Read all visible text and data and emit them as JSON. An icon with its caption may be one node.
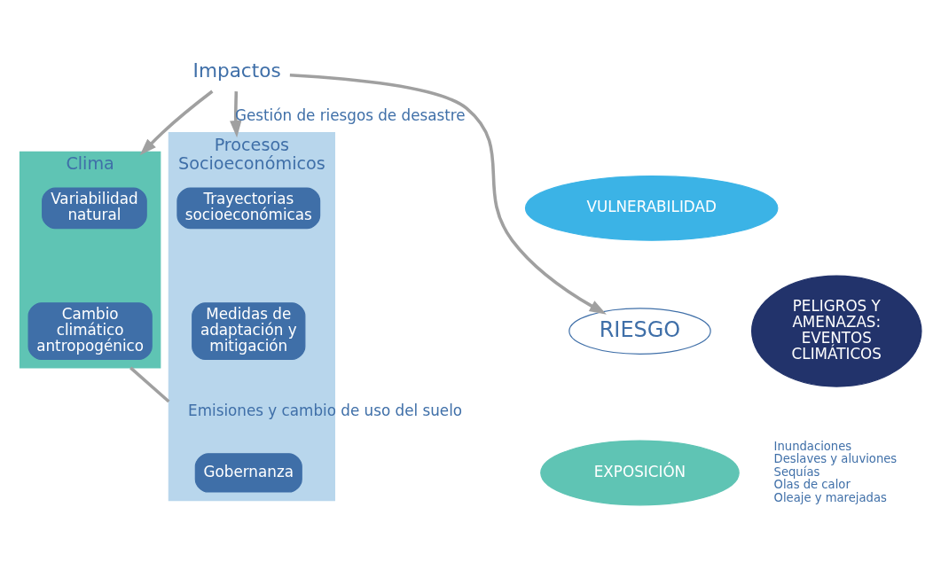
{
  "diagram": {
    "nodes": [
      {
        "text": [
          "Clima"
        ]
      },
      {
        "text": [
          "Variabilidad natural"
        ],
        "in": 0
      },
      {
        "text": [
          "Cambio climático antropogénico"
        ],
        "in": 0
      },
      {
        "text": [
          "Procesos Socioeconómicos"
        ]
      },
      {
        "text": [
          "Trayectorias socioeconómicas"
        ],
        "in": 3
      },
      {
        "text": [
          "Medidas de adaptación y mitigación"
        ],
        "in": 3
      },
      {
        "text": [
          "Gobernanza"
        ],
        "in": 3
      },
      {
        "text": [
          "PELIGROS Y AMENAZAS: EVENTOS CLIMÁTICOS"
        ],
        "beside": [
          "Inundaciones",
          "Deslaves y aluviones",
          "Sequías",
          "Olas de calor",
          "Oleaje y marejadas"
        ]
      },
      {
        "text": [
          "VULNERABILIDAD"
        ]
      },
      {
        "text": [
          "RIESGO"
        ]
      },
      {
        "text": [
          "EXPOSICIÓN"
        ]
      },
      {
        "text": [
          "Impactos"
        ]
      }
    ],
    "edges": [
      {
        "from": 11,
        "to": 0,
        "arrow": "to"
      },
      {
        "from": 11,
        "to": 3,
        "arrow": "to",
        "label": "Gestión de riesgos de desastre"
      },
      {
        "from": 11,
        "to": 9,
        "arrow": "to"
      },
      {
        "from": 0,
        "to": 3,
        "arrow": "none",
        "label": "Emisiones y cambio de uso del suelo"
      }
    ]
  }
}
